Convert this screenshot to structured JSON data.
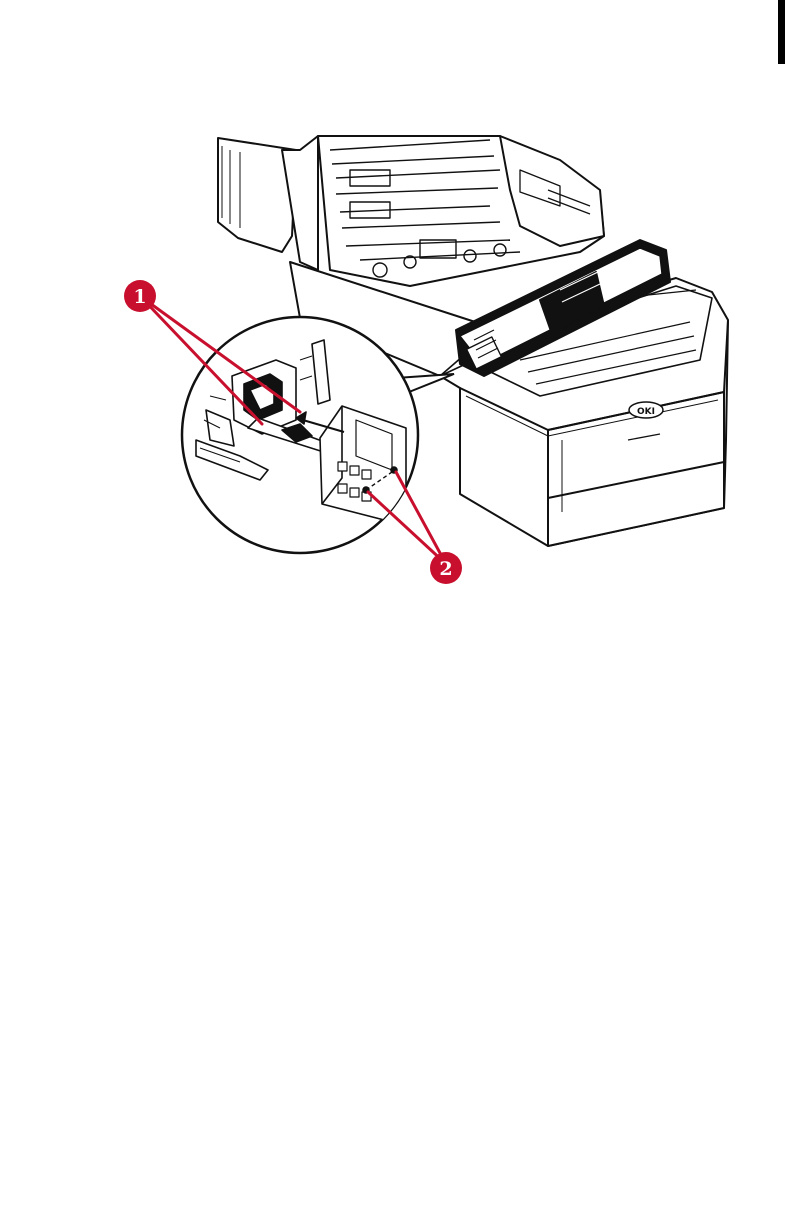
{
  "figure": {
    "callouts": [
      {
        "label": "1"
      },
      {
        "label": "2"
      }
    ],
    "colors": {
      "callout": "#c8102e",
      "line_art": "#111111",
      "background": "#ffffff"
    },
    "logo_text": "OKI"
  }
}
